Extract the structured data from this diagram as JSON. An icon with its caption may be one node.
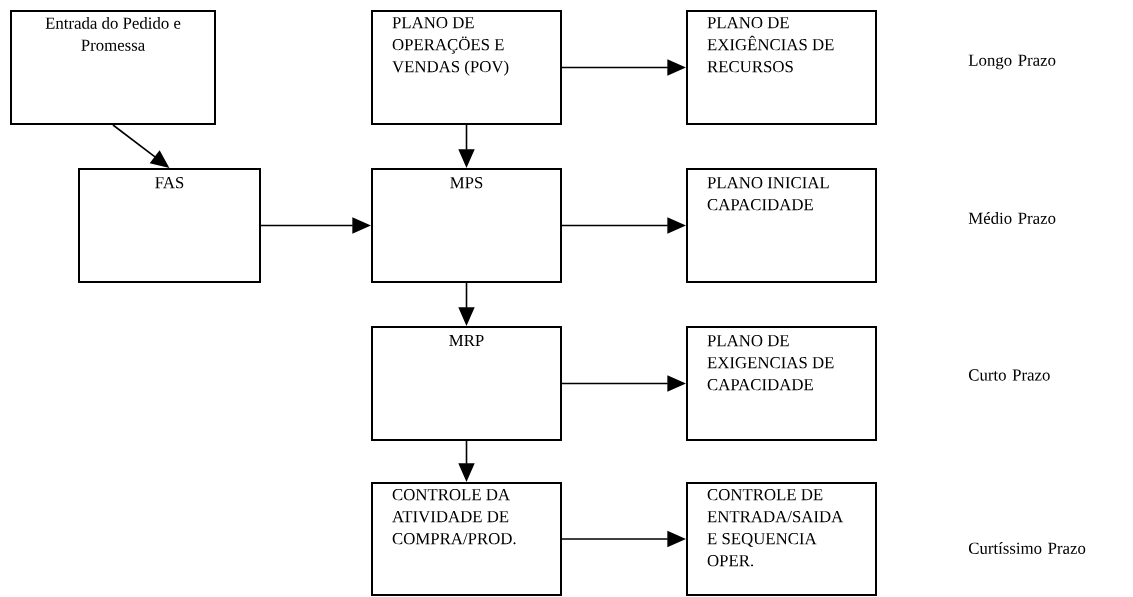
{
  "diagram": {
    "nodes": [
      {
        "text": [
          "Entrada do Pedido e Promessa"
        ]
      },
      {
        "text": [
          "PLANO DE OPERAÇÖES E VENDAS (POV)"
        ]
      },
      {
        "text": [
          "PLANO DE EXIGÊNCIAS DE RECURSOS"
        ]
      },
      {
        "text": [
          "FAS"
        ]
      },
      {
        "text": [
          "MPS"
        ]
      },
      {
        "text": [
          "PLANO INICIAL CAPACIDADE"
        ]
      },
      {
        "text": [
          "MRP"
        ]
      },
      {
        "text": [
          "PLANO DE EXIGENCIAS DE CAPACIDADE"
        ]
      },
      {
        "text": [
          "CONTROLE DA ATIVIDADE DE COMPRA/PROD."
        ]
      },
      {
        "text": [
          "CONTROLE DE ENTRADA/SAIDA E SEQUENCIA OPER."
        ]
      }
    ],
    "edges": [
      {
        "from": 0,
        "to": 3,
        "arrow": "to"
      },
      {
        "from": 1,
        "to": 2,
        "arrow": "to"
      },
      {
        "from": 1,
        "to": 4,
        "arrow": "to"
      },
      {
        "from": 3,
        "to": 4,
        "arrow": "to"
      },
      {
        "from": 4,
        "to": 5,
        "arrow": "to"
      },
      {
        "from": 4,
        "to": 6,
        "arrow": "to"
      },
      {
        "from": 6,
        "to": 7,
        "arrow": "to"
      },
      {
        "from": 6,
        "to": 8,
        "arrow": "to"
      },
      {
        "from": 8,
        "to": 9,
        "arrow": "to"
      }
    ],
    "labels": [
      "Longo Prazo",
      "Médio Prazo",
      "Curto Prazo",
      "Curtíssimo Prazo"
    ]
  }
}
